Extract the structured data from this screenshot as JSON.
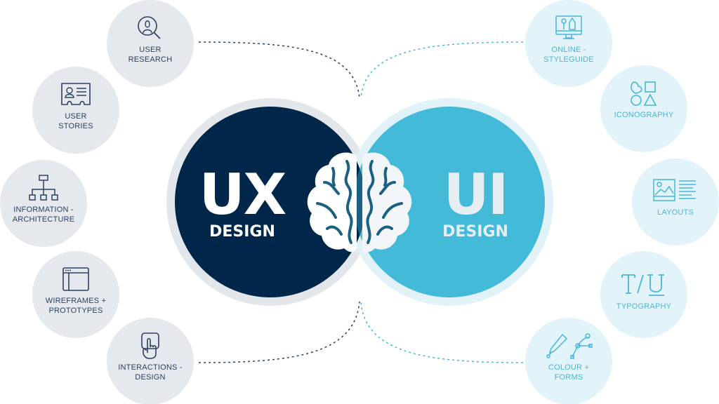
{
  "ux": {
    "title": "UX",
    "subtitle": "DESIGN"
  },
  "ui": {
    "title": "UI",
    "subtitle": "DESIGN"
  },
  "ux_items": [
    {
      "label_1": "USER",
      "label_2": "RESEARCH",
      "icon": "user-search-icon"
    },
    {
      "label_1": "USER",
      "label_2": "STORIES",
      "icon": "user-card-icon"
    },
    {
      "label_1": "INFORMATION -",
      "label_2": "ARCHITECTURE",
      "icon": "sitemap-icon"
    },
    {
      "label_1": "WIREFRAMES +",
      "label_2": "PROTOTYPES",
      "icon": "browser-window-icon"
    },
    {
      "label_1": "INTERACTIONS -",
      "label_2": "DESIGN",
      "icon": "touch-hand-icon"
    }
  ],
  "ui_items": [
    {
      "label_1": "ONLINE -",
      "label_2": "STYLEGUIDE",
      "icon": "monitor-tools-icon"
    },
    {
      "label_1": "ICONOGRAPHY",
      "label_2": "",
      "icon": "shapes-icon"
    },
    {
      "label_1": "LAYOUTS",
      "label_2": "",
      "icon": "image-text-layout-icon"
    },
    {
      "label_1": "TYPOGRAPHY",
      "label_2": "",
      "icon": "text-style-icon"
    },
    {
      "label_1": "COLOUR +",
      "label_2": "FORMS",
      "icon": "eyedropper-bezier-icon"
    }
  ],
  "colors": {
    "ux": "#00264a",
    "ui": "#44bad9",
    "overlap": "#1b5f82",
    "ux_ring": "#e3e6ea",
    "ui_ring": "#dff1f8"
  }
}
